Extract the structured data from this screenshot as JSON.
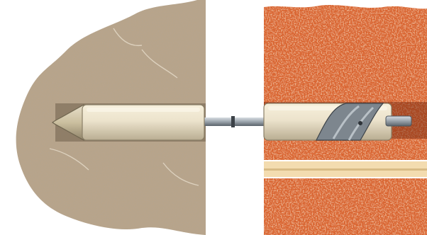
{
  "figure": {
    "left_material": "stone",
    "right_material": "brick",
    "anchor_parts": [
      "cone-nose",
      "left-sleeve",
      "connecting-rod",
      "right-sleeve",
      "spiral-insert",
      "rod-end"
    ]
  },
  "colors": {
    "background": "#ffffff",
    "stone_base": "#b8a48a",
    "stone_dark": "#8a7458",
    "stone_light": "#d9ccb6",
    "brick_base": "#d9632e",
    "brick_dark": "#a8401a",
    "brick_light": "#f29a5c",
    "mortar": "#f3dcb0",
    "sleeve": "#ece3cc",
    "sleeve_shade": "#b9ad92",
    "steel": "#9aa3ab",
    "steel_dark": "#4d555c"
  }
}
